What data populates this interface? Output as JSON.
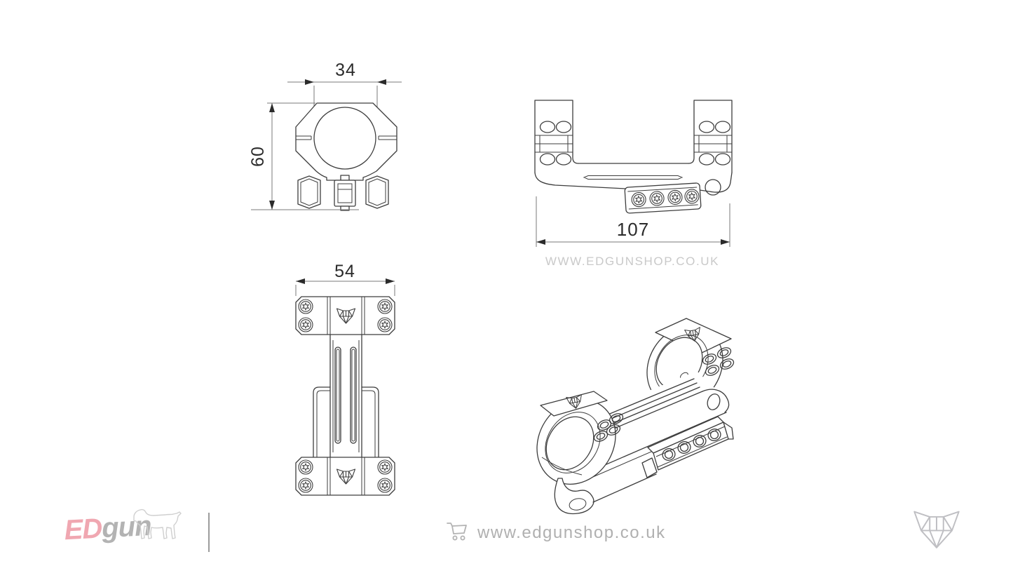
{
  "page": {
    "background": "#ffffff",
    "drawing_line_color": "#3d3d3d",
    "dimension_text_color": "#2b2b2b"
  },
  "views": {
    "front": {
      "width_mm": "34",
      "height_mm": "60"
    },
    "side": {
      "length_mm": "107",
      "watermark": "WWW.EDGUNSHOP.CO.UK"
    },
    "top": {
      "width_mm": "54"
    },
    "iso": {}
  },
  "footer": {
    "brand_part1": "ED",
    "brand_part2": "gun",
    "brand_color_primary": "#f0a7b1",
    "brand_color_secondary": "#b3b3b3",
    "url": "www.edgunshop.co.uk",
    "icons": {
      "cart": "cart-icon",
      "dog": "rottweiler-dog-logo",
      "wolf": "wolf-head-logo"
    }
  }
}
